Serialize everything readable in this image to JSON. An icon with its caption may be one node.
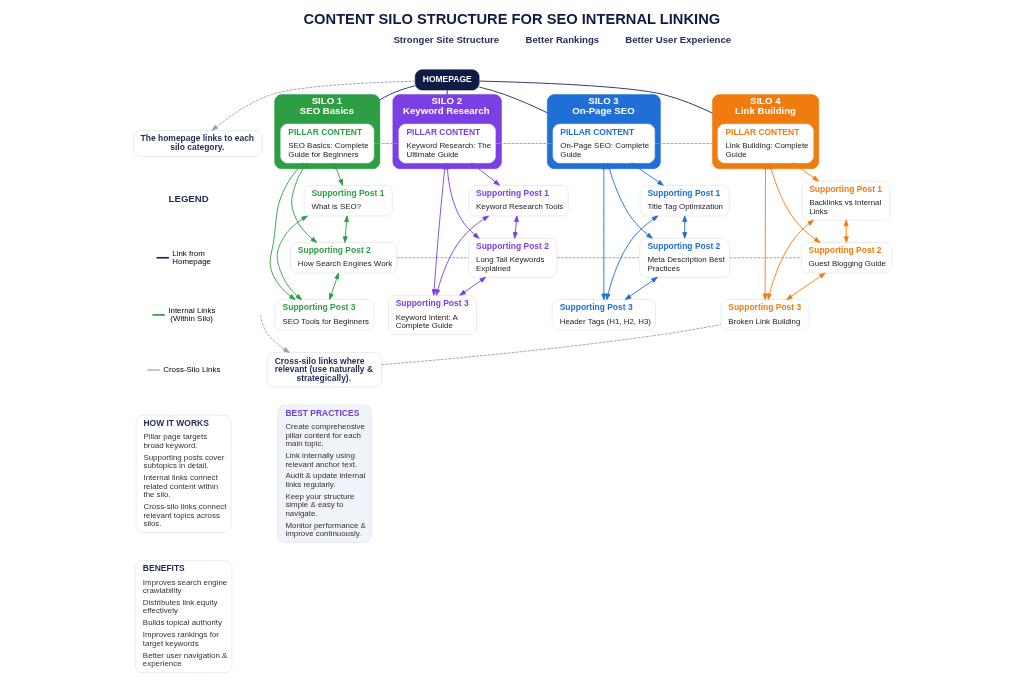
{
  "diagram": {
    "title": "CONTENT SILO STRUCTURE FOR SEO INTERNAL LINKING",
    "nodes": [
      {
        "text": [
          "HOMEPAGE"
        ]
      },
      {
        "text": [
          "The homepage links to each silo category."
        ]
      },
      {
        "text": [
          "SILO 1",
          "SEO Basics"
        ]
      },
      {
        "text": [
          "PILLAR CONTENT",
          "SEO Basics: Complete Guide for Beginners"
        ],
        "in": 2
      },
      {
        "text": [
          "Supporting Post 1",
          "What is SEO?"
        ]
      },
      {
        "text": [
          "Supporting Post 2",
          "How Search Engines Work"
        ]
      },
      {
        "text": [
          "Supporting Post 3",
          "SEO Tools for Beginners"
        ]
      },
      {
        "text": [
          "SILO 2",
          "Keyword Research"
        ]
      },
      {
        "text": [
          "PILLAR CONTENT",
          "Keyword Research: The Ultimate Guide"
        ],
        "in": 7
      },
      {
        "text": [
          "Supporting Post 1",
          "Keyword Research Tools"
        ]
      },
      {
        "text": [
          "Supporting Post 2",
          "Long Tail Keywords Explained"
        ]
      },
      {
        "text": [
          "Supporting Post 3",
          "Keyword Intent: A Complete Guide"
        ]
      },
      {
        "text": [
          "SILO 3",
          "On-Page SEO"
        ]
      },
      {
        "text": [
          "PILLAR CONTENT",
          "On-Page SEO: Complete Guide"
        ],
        "in": 12
      },
      {
        "text": [
          "Supporting Post 1",
          "Title Tag Optimization"
        ]
      },
      {
        "text": [
          "Supporting Post 2",
          "Meta Description Best Practices"
        ]
      },
      {
        "text": [
          "Supporting Post 3",
          "Header Tags (H1, H2, H3)"
        ]
      },
      {
        "text": [
          "SILO 4",
          "Link Building"
        ]
      },
      {
        "text": [
          "PILLAR CONTENT",
          "Link Building: Complete Guide"
        ],
        "in": 17
      },
      {
        "text": [
          "Supporting Post 1",
          "Backlinks vs Internal Links"
        ]
      },
      {
        "text": [
          "Supporting Post 2",
          "Guest Blogging Guide"
        ]
      },
      {
        "text": [
          "Supporting Post 3",
          "Broken Link Building"
        ]
      },
      {
        "text": [
          "Cross-silo links where relevant (use naturally & strategically)."
        ]
      },
      {
        "text": [
          "HOW IT WORKS",
          "Pillar page targets broad keyword.",
          "Supporting posts cover subtopics in detail.",
          "Internal links connect related content within the silo.",
          "Cross-silo links connect relevant topics across silos."
        ]
      },
      {
        "text": [
          "BENEFITS",
          "Improves search engine crawlability",
          "Distributes link equity effectively",
          "Builds topical authority",
          "Improves rankings for target keywords",
          "Better user navigation & experience"
        ]
      },
      {
        "text": [
          "BEST PRACTICES",
          "Create comprehensive pillar content for each main topic.",
          "Link internally using relevant anchor text.",
          "Audit & update internal links regularly.",
          "Keep your structure simple & easy to navigate.",
          "Monitor performance & improve continuously."
        ]
      }
    ],
    "edges": [
      {
        "from": 0,
        "to": 1,
        "arrow": "to",
        "style": "dashed",
        "color": "#9aa0a6"
      },
      {
        "from": 0,
        "to": 2,
        "arrow": "none",
        "color": "#1e2a5a"
      },
      {
        "from": 0,
        "to": 7,
        "arrow": "none",
        "color": "#1e2a5a"
      },
      {
        "from": 0,
        "to": 12,
        "arrow": "none",
        "color": "#1e2a5a"
      },
      {
        "from": 0,
        "to": 17,
        "arrow": "none",
        "color": "#1e2a5a"
      },
      {
        "from": 3,
        "to": 4,
        "arrow": "both",
        "color": "#2e9e44"
      },
      {
        "from": 3,
        "to": 5,
        "arrow": "both",
        "color": "#2e9e44"
      },
      {
        "from": 3,
        "to": 6,
        "arrow": "both",
        "color": "#2e9e44"
      },
      {
        "from": 4,
        "to": 5,
        "arrow": "both",
        "color": "#2e9e44"
      },
      {
        "from": 5,
        "to": 6,
        "arrow": "both",
        "color": "#2e9e44"
      },
      {
        "from": 4,
        "to": 6,
        "arrow": "both",
        "color": "#2e9e44"
      },
      {
        "from": 8,
        "to": 9,
        "arrow": "both",
        "color": "#7b3fe4"
      },
      {
        "from": 8,
        "to": 10,
        "arrow": "both",
        "color": "#7b3fe4"
      },
      {
        "from": 8,
        "to": 11,
        "arrow": "both",
        "color": "#7b3fe4"
      },
      {
        "from": 9,
        "to": 10,
        "arrow": "both",
        "color": "#7b3fe4"
      },
      {
        "from": 10,
        "to": 11,
        "arrow": "both",
        "color": "#7b3fe4"
      },
      {
        "from": 9,
        "to": 11,
        "arrow": "both",
        "color": "#7b3fe4"
      },
      {
        "from": 13,
        "to": 14,
        "arrow": "both",
        "color": "#1f6fd6"
      },
      {
        "from": 13,
        "to": 15,
        "arrow": "both",
        "color": "#1f6fd6"
      },
      {
        "from": 13,
        "to": 16,
        "arrow": "both",
        "color": "#1f6fd6"
      },
      {
        "from": 14,
        "to": 15,
        "arrow": "both",
        "color": "#1f6fd6"
      },
      {
        "from": 15,
        "to": 16,
        "arrow": "both",
        "color": "#1f6fd6"
      },
      {
        "from": 14,
        "to": 16,
        "arrow": "both",
        "color": "#1f6fd6"
      },
      {
        "from": 18,
        "to": 19,
        "arrow": "both",
        "color": "#f07c10"
      },
      {
        "from": 18,
        "to": 20,
        "arrow": "both",
        "color": "#f07c10"
      },
      {
        "from": 18,
        "to": 21,
        "arrow": "both",
        "color": "#f07c10"
      },
      {
        "from": 19,
        "to": 20,
        "arrow": "both",
        "color": "#f07c10"
      },
      {
        "from": 20,
        "to": 21,
        "arrow": "both",
        "color": "#f07c10"
      },
      {
        "from": 19,
        "to": 21,
        "arrow": "both",
        "color": "#f07c10"
      },
      {
        "from": 3,
        "to": 8,
        "arrow": "none",
        "style": "dashed",
        "color": "#9aa0a6"
      },
      {
        "from": 8,
        "to": 13,
        "arrow": "none",
        "style": "dashed",
        "color": "#9aa0a6"
      },
      {
        "from": 13,
        "to": 18,
        "arrow": "none",
        "style": "dashed",
        "color": "#9aa0a6"
      },
      {
        "from": 5,
        "to": 10,
        "arrow": "none",
        "style": "dashed",
        "color": "#9aa0a6"
      },
      {
        "from": 10,
        "to": 15,
        "arrow": "none",
        "style": "dashed",
        "color": "#9aa0a6"
      },
      {
        "from": 15,
        "to": 20,
        "arrow": "none",
        "style": "dashed",
        "color": "#9aa0a6"
      },
      {
        "from": null,
        "to": 22,
        "arrow": "to",
        "style": "dashed",
        "color": "#9aa0a6"
      },
      {
        "from": 22,
        "to": 21,
        "arrow": "none",
        "style": "dashed",
        "color": "#9aa0a6"
      }
    ],
    "labels": [
      "Better Rankings",
      "Stronger Site Structure",
      "Better User Experience",
      "LEGEND"
    ],
    "legend": [
      {
        "text": "Link from Homepage"
      },
      {
        "text": "Internal Links (Within Silo)"
      },
      {
        "text": "Cross-Silo Links"
      }
    ]
  }
}
